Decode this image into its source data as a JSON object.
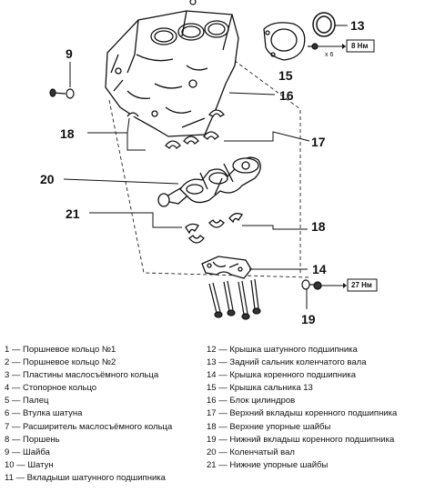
{
  "callouts": {
    "c9": "9",
    "c13": "13",
    "c14": "14",
    "c15": "15",
    "c16": "16",
    "c17": "17",
    "c18a": "18",
    "c18b": "18",
    "c19": "19",
    "c20": "20",
    "c21": "21"
  },
  "torque": {
    "upper": "8 Нм",
    "upper_multiplier": "x 6",
    "lower": "27 Нм"
  },
  "legend": {
    "left": [
      "1 — Поршневое кольцо №1",
      "2 — Поршневое кольцо №2",
      "3 — Пластины маслосъёмного кольца",
      "4 — Стопорное кольцо",
      "5 — Палец",
      "6 — Втулка шатуна",
      "7 — Расширитель маслосъёмного кольца",
      "8 — Поршень",
      "9 — Шайба",
      "10 — Шатун",
      "11 — Вкладыши шатунного подшипника"
    ],
    "right": [
      "12 — Крышка шатунного подшипника",
      "13 — Задний сальник коленчатого вала",
      "14 — Крышка коренного подшипника",
      "15 — Крышка сальника 13",
      "16 — Блок цилиндров",
      "17 — Верхний вкладыш коренного подшипника",
      "18 — Верхние упорные шайбы",
      "19 — Нижний вкладыш коренного подшипника",
      "20 — Коленчатый вал",
      "21 — Нижние упорные шайбы"
    ]
  }
}
